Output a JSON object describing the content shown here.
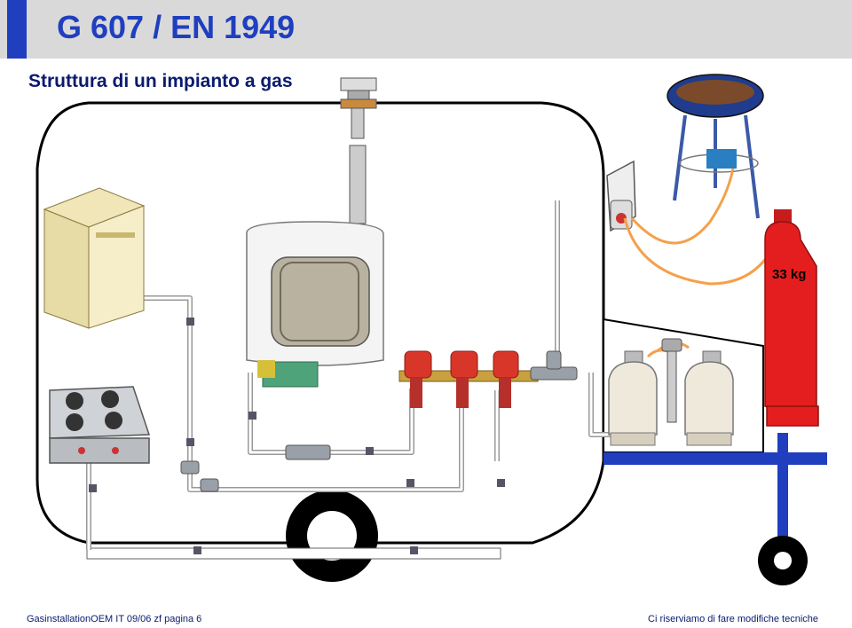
{
  "header": {
    "title": "G 607 / EN 1949",
    "accent_color": "#1f3fbf",
    "bar_color": "#d9d9d9"
  },
  "subtitle": "Struttura di un impianto a gas",
  "diagram": {
    "cylinder_label": "33 kg",
    "gas_pipe_color": "#f5a04a",
    "chassis_color": "#1f3fbf",
    "cylinder_color": "#e41e1e"
  },
  "footer": {
    "left": "GasinstallationOEM IT   09/06   zf   pagina 6",
    "right": "Ci riserviamo di fare modifiche tecniche"
  }
}
